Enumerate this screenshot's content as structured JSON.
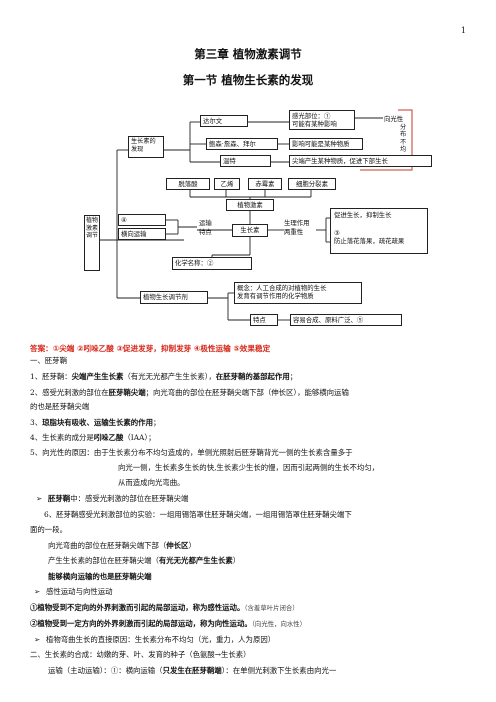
{
  "page_number": "1",
  "chapter_title": "第三章  植物激素调节",
  "section_title": "第一节    植物生长素的发现",
  "diagram": {
    "root": "植物激素调节",
    "discovery": "生长素的发现",
    "darwin": "达尔文",
    "darwin_note": "感光部位：①",
    "darwin_note2": "可能有某种影响",
    "phototropism": "向光性",
    "uneven": "分布不均",
    "boysen": "鲍森·詹森、拜尔",
    "boysen_note": "影响可能是某种物质",
    "went": "温特",
    "went_note": "尖端产生某种物质，促进下部生长",
    "abscisic": "脱落酸",
    "ethylene": "乙烯",
    "gibberellin": "赤霉素",
    "cytokinin": "细胞分裂素",
    "hormone": "植物激素",
    "blank4": "④",
    "lateral": "横向运输",
    "transport_a": "运输",
    "transport_b": "特点",
    "auxin": "生长素",
    "phys_a": "生理作用",
    "phys_b": "两重性",
    "promote": "促进生长，抑制生长",
    "blank3": "③",
    "prevent": "防止落花落果，疏花疏果",
    "chem": "化学名称：②",
    "regulator": "植物生长调节剂",
    "concept_a": "概念：人工合成的对植物的生长",
    "concept_b": "发育有调节作用的化学物质",
    "feature": "特点",
    "feature_text": "容易合成、原料广泛、⑤"
  },
  "answer": "答案：①尖端   ②吲哚乙酸   ③促进发芽，抑制发芽   ④极性运输   ⑤效果稳定",
  "lines": [
    {
      "t": "一、胚芽鞘"
    },
    {
      "t": "1、胚芽鞘：",
      "b": "尖端产生生长素",
      "r": "（有光无光都产生生长素），",
      "b2": "在胚芽鞘的基部起作用",
      "r2": "；"
    },
    {
      "t": "2、感受光刺激的部位在",
      "b": "胚芽鞘尖端",
      "r": "；向光弯曲的部位在胚芽鞘尖端下部（伸长区），能够横向运输"
    },
    {
      "t": "的也是胚芽鞘尖端"
    },
    {
      "t": "3、",
      "b": "琼脂块有吸收、运输生长素的作用",
      "r": "；"
    },
    {
      "t": "4、生长素的成分是",
      "b": "吲哚乙酸",
      "r": "（IAA）；"
    },
    {
      "t": "5、向光性的原因：由于生长素分布不均匀造成的，单侧光照射后胚芽鞘背光一侧的生长素含量多于"
    },
    {
      "t": "向光一侧，生长素多生长的快,生长素少生长的慢，因而引起两侧的生长不均匀，"
    },
    {
      "t": "从而造成向光弯曲。"
    },
    {
      "b": "胚芽鞘",
      "r": "中：感受光刺激的部位在胚芽鞘尖端"
    },
    {
      "t": "6、胚芽鞘感受光刺激部位的实验：一组用锡箔罩住胚芽鞘尖端，一组用锡箔罩住胚芽鞘尖端下"
    },
    {
      "t": "面的一段。"
    },
    {
      "t": "向光弯曲的部位在胚芽鞘尖端下部（",
      "b": "伸长区",
      "r": "）"
    },
    {
      "t": "产生生长素的部位在胚芽鞘尖端（",
      "b": "有光无光都产生生长素",
      "r": "）"
    },
    {
      "b": "能够横向运输的也是胚芽鞘尖端"
    },
    {
      "t": "感性运动与向性运动"
    },
    {
      "b": "①植物受到不定向的外界刺激而引起的局部运动，称为感性运动。",
      "r": "（含羞草叶片闭合）"
    },
    {
      "b": "②植物受到一定方向的外界刺激而引起的局部运动，称为向性运动。",
      "r": "（向光性，向水性）"
    },
    {
      "t": "植物弯曲生长的直接原因：生长素分布不均匀（光，重力，人为原因）"
    },
    {
      "t": "二、生长素的合成：幼嫩的芽、叶、发育的种子（色氨酸→生长素）"
    },
    {
      "t": "运输（主动运输）：①：横向运输（",
      "b": "只发生在胚芽鞘端",
      "r": "）：在单侧光刺激下生长素由向光一"
    }
  ],
  "bullet_symbol": "➢"
}
